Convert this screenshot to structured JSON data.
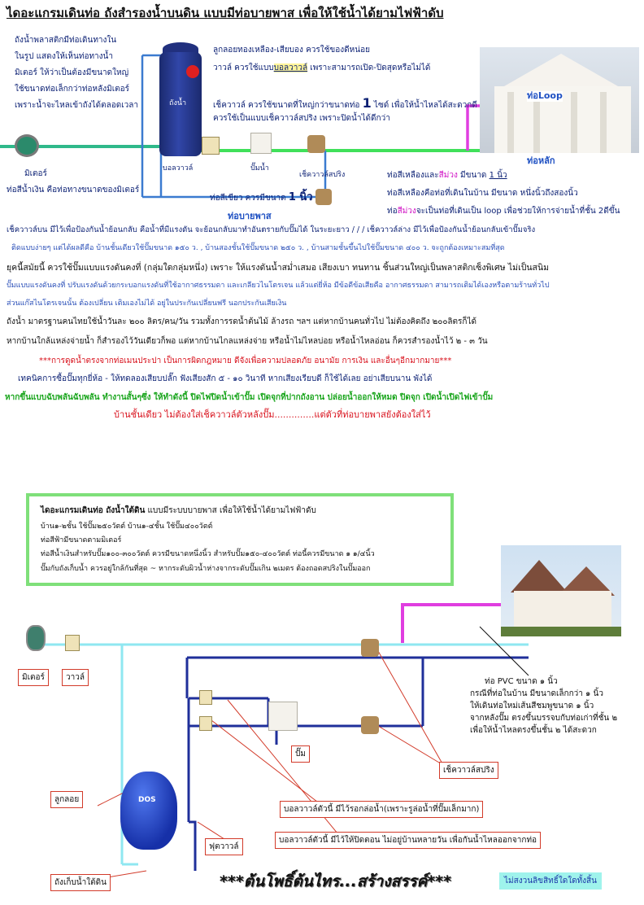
{
  "top": {
    "title": "ไดอะแกรมเดินท่อ ถังสำรองน้ำบนดิน แบบมีท่อบายพาส เพื่อให้ใช้น้ำได้ยามไฟฟ้าดับ",
    "intro_lines": [
      "ถังน้ำพลาสติกมีท่อเดินทางใน",
      "ในรูป แสดงให้เห็นท่อทางน้ำ",
      "มิเตอร์ ให้ว่าเป็นต้องมีขนาดใหญ่",
      "ใช้ขนาดท่อเล็กกว่าท่อหลังมิเตอร์",
      "เพราะน้ำจะไหลเข้าถังได้ตลอดเวลา"
    ],
    "float_valve_line": "ลูกลอยทองเหลือง-เสียบอง ควรใช้ของดีหน่อย",
    "ballvalve_line_a": "วาวล์ ควรใช้แบบ",
    "ballvalve_word": "บอลวาวล์",
    "ballvalve_line_b": " เพราะสามารถเปิด-ปิดสุดหรือไม่ได้",
    "check_line1_a": "เช็ควาวล์ ควรใช้ขนาดที่ใหญ่กว่าขนาดท่อ ",
    "check_size": "1",
    "check_unit": " ไซด์",
    "check_line1_b": " เพื่อให้น้ำไหลได้สะดวกดี",
    "check_line2": "ควรใช้เป็นแบบเช็ควาวล์สปริง เพราะปิดน้ำได้ดีกว่า",
    "tank_label": "ถังน้ำ",
    "meter_label": "มิเตอร์",
    "meter_pipe_note": "ท่อสีน้ำเงิน คือท่อทางขนาดของมิเตอร์",
    "ballvalve_label": "บอลวาวล์",
    "pump_label": "ปั๊มน้ำ",
    "checkvalve_label": "เช็ควาวล์สปริง",
    "green_pipe_label_a": "ท่อสีเขียว ควรมีขนาด ",
    "green_pipe_size": "1 นิ้ว",
    "bypass_label": "ท่อบายพาส",
    "loop_label": "ท่อLoop",
    "main_label": "ท่อหลัก",
    "yellow_pipe_a": "ท่อสีเหลืองและ",
    "yellow_pipe_color": "สีม่วง",
    "yellow_pipe_b": " มีขนาด ",
    "yellow_pipe_size": "1 นิ้ว",
    "yellow_line2": "ท่อสีเหลืองคือท่อที่เดินในบ้าน มีขนาด หนึ่งนิ้วถึงสองนิ้ว",
    "purple_line_a": "ท่อ",
    "purple_line_color": "สีม่วง",
    "purple_line_b": "จะเป็นท่อที่เดินเป็น loop เพื่อช่วยให้การจ่ายน้ำที่ชั้น 2ดีขึ้น"
  },
  "notes": [
    "เช็ควาวล์บน มีไว้เพื่อป้องกันน้ำย้อนกลับ คือน้ำที่มีแรงดัน จะย้อนกลับมาทำอันตรายกับปั๊มได้ ในระยะยาว / / / เช็ควาวล์ล่าง มีไว้เพื่อป้องกันน้ำย้อนกลับเข้าปั๊มจริง",
    "ติดแบบง่ายๆ แต่ได้ผลดีคือ บ้านชั้นเดียวใช้ปั๊มขนาด ๑๕๐ ว. , บ้านสองชั้นใช้ปั๊มขนาด ๒๕๐ ว. , บ้านสามชั้นขึ้นไปใช้ปั๊มขนาด ๔๐๐ ว. จะถูกต้องเหมาะสมที่สุด",
    "ยุคนี้สมัยนี้ ควรใช้ปั๊มแบบแรงดันคงที่ (กลุ่มใดกลุ่มหนึ่ง) เพราะ ให้แรงดันน้ำสม่ำเสมอ เสียงเบา ทนทาน ชิ้นส่วนใหญ่เป็นพลาสติกเซ็งพิเศษ ไม่เป็นสนิม",
    "ปั๊มแบบแรงดันคงที่ ปรับแรงดันด้วยกระบอกแรงดันที่ใช้อากาศธรรมดา และเกลียวไนโตรเจน แล้วแต่ยี่ห้อ มีข้อดีข้อเสียคือ อากาศธรรมดา สามารถเติมได้เองหรือตามร้านทั่วไป",
    "ส่วนแก๊สไนโตรเจนนั้น ต้องเปลี่ยน เติมเองไม่ได้ อยู่ในประกันเปลี่ยนฟรี นอกประกันเสียเงิน",
    "ถังน้ำ มาตรฐานคนไทยใช้น้ำวันละ ๒๐๐ ลิตร/คน/วัน รวมทั้งการรดน้ำต้นไม้ ล้างรถ ฯลฯ แต่หากบ้านคนทั่วไป ไม่ต้องคิดถึง ๒๐๐ลิตรก็ได้",
    "หากบ้านใกล้แหล่งจ่ายน้ำ ก็สำรองไว้วันเดียวก็พอ แต่หากบ้านไกลแหล่งจ่าย หรือน้ำไม่ไหลบ่อย หรือน้ำไหลอ่อน ก็ควรสำรองน้ำไว้ ๒ - ๓ วัน",
    "***การดูดน้ำตรงจากท่อเมนประปา เป็นการผิดกฎหมาย ดีจังเพื่อความปลอดภัย อนามัย การเงิน และอื่นๆอีกมากมาย***",
    "เทคนิคการซื้อปั๊มทุกยี่ห้อ - ให้ทดลองเสียบปลั๊ก ฟังเสียงสัก ๕ - ๑๐ วินาที หากเสียงเรียบดี ก็ใช้ได้เลย อย่าเสียบนาน พังได้",
    "หากขึ้นแบบฉับพลันฉับพลัน ทำงานสั้นๆซึ่ง ให้ทำดังนี้ ปิดไฟปิดน้ำเข้าปั๊ม เปิดจุกที่ปากถังอาน ปล่อยน้ำออกให้หมด ปิดจุก เปิดน้ำเปิดไฟเข้าปั๊ม",
    "บ้านชั้นเดียว ไม่ต้องใส่เช็ควาวล์ตัวหลังปั๊ม..............แต่ตัวที่ท่อบายพาสยังต้องใส่ไว้"
  ],
  "bottom": {
    "box_title_a": "ไดอะแกรมเดินท่อ ถังน้ำใต้ดิน",
    "box_title_b": " แบบมีระบบบายพาส เพื่อให้ใช้น้ำได้ยามไฟฟ้าดับ",
    "box_lines": [
      "บ้าน๑-๒ชั้น ใช้ปั๊ม๒๕๐วัตต์    บ้าน๑-๔ชั้น ใช้ปั๊ม๔๐๐วัตต์",
      "ท่อสีฟ้ามีขนาดตามมิเตอร์",
      "ท่อสีน้ำเงินสำหรับปั๊ม๑๐๐-๓๐๐วัตต์ ควรมีขนาดหนึ่งนิ้ว สำหรับปั๊ม๑๕๐-๔๐๐วัตต์ ท่อนี้ควรมีขนาด ๑ ๑/๔นิ้ว",
      "ปั๊มกับถังเก็บน้ำ ควรอยู่ใกล้กันที่สุด ~ หากระดับผิวน้ำห่างจากระดับปั๊มเกิน ๒เมตร ต้องถอดสปริงในปั๊มออก"
    ],
    "meter_label": "มิเตอร์",
    "valve_label": "วาวล์",
    "pump_label": "ปั๊ม",
    "float_label": "ลูกลอย",
    "footvalve_label": "ฟุตวาวล์",
    "tank_label": "ถังเก็บน้ำใต้ดิน",
    "checkvalve_label": "เช็ควาวล์สปริง",
    "ball1_label": "บอลวาวล์ตัวนี้ มีไว้รอกล่อน้ำ(เพราะรูล่อน้ำที่ปั๊มเล็กมาก)",
    "ball2_label": "บอลวาวล์ตัวนี้ มีไว้ให้ปิดตอน ไม่อยู่บ้านหลายวัน เพื่อกันน้ำไหลออกจากท่อ",
    "pvc_lines": [
      "ท่อ PVC ขนาด ๑ นิ้ว",
      "กรณีที่ท่อในบ้าน มีขนาดเล็กกว่า ๑ นิ้ว",
      "ให้เดินท่อใหม่เส้นสีชมพูขนาด ๑ นิ้ว",
      "จากหลังปั๊ม ตรงขึ้นบรรจบกับท่อเก่าที่ชั้น ๒",
      "เพื่อให้น้ำไหลตรงขึ้นชั้น ๒ ได้สะดวก"
    ],
    "tank_brand": "DOS",
    "slogan": "***ต้นโพธิ์ต้นไทร...สร้างสรรค์***",
    "copyright": "ไม่สงวนลิขสิทธิ์ใดใดทั้งสิ้น"
  }
}
